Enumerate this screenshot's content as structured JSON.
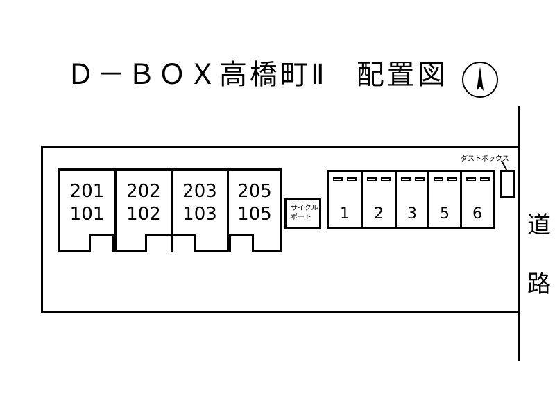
{
  "title": {
    "main": "Ｄ－ＢＯＸ高橋町Ⅱ",
    "sub": "配置図"
  },
  "compass": {
    "icon": "north-arrow-icon"
  },
  "road": {
    "label_1": "道",
    "label_2": "路"
  },
  "buildings": [
    {
      "upper": "201",
      "lower": "101"
    },
    {
      "upper": "202",
      "lower": "102"
    },
    {
      "upper": "203",
      "lower": "103"
    },
    {
      "upper": "205",
      "lower": "105"
    }
  ],
  "cycle_port": {
    "line_1": "サイクル",
    "line_2": "ポート"
  },
  "parking": [
    "1",
    "2",
    "3",
    "5",
    "6"
  ],
  "dust_box": {
    "label": "ダストボックス"
  }
}
